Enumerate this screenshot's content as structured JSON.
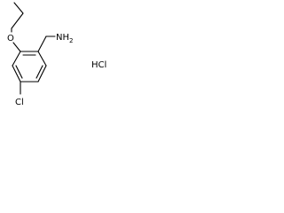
{
  "molecule": {
    "atoms": {
      "oxygen": "O",
      "amine": "NH",
      "amine_subscript": "2",
      "chlorine": "Cl"
    },
    "salt": "HCl"
  }
}
